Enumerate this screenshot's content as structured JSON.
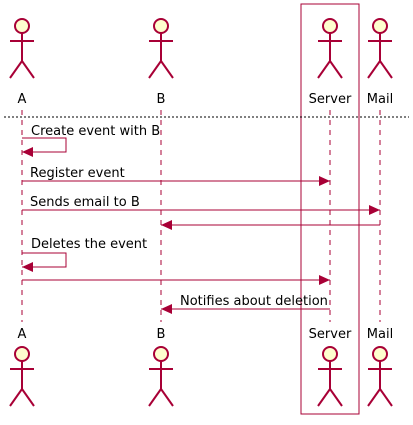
{
  "participants": [
    {
      "id": "A",
      "label": "A"
    },
    {
      "id": "B",
      "label": "B"
    },
    {
      "id": "Server",
      "label": "Server"
    },
    {
      "id": "Mail",
      "label": "Mail"
    }
  ],
  "messages": [
    {
      "from": "A",
      "to": "A",
      "label": "Create event with B"
    },
    {
      "from": "A",
      "to": "Server",
      "label": "Register event"
    },
    {
      "from": "A",
      "to": "Mail",
      "label": "Sends email to B"
    },
    {
      "from": "Mail",
      "to": "B",
      "label": ""
    },
    {
      "from": "A",
      "to": "A",
      "label": "Deletes the event"
    },
    {
      "from": "A",
      "to": "Server",
      "label": ""
    },
    {
      "from": "Server",
      "to": "B",
      "label": "Notifies about deletion"
    }
  ],
  "highlighted_participant": "Server",
  "colors": {
    "actor_fill": "#FEFECE",
    "actor_stroke": "#A80036",
    "arrow": "#A80036",
    "box_stroke": "#A80036",
    "text": "#000000",
    "divider": "#000000"
  }
}
